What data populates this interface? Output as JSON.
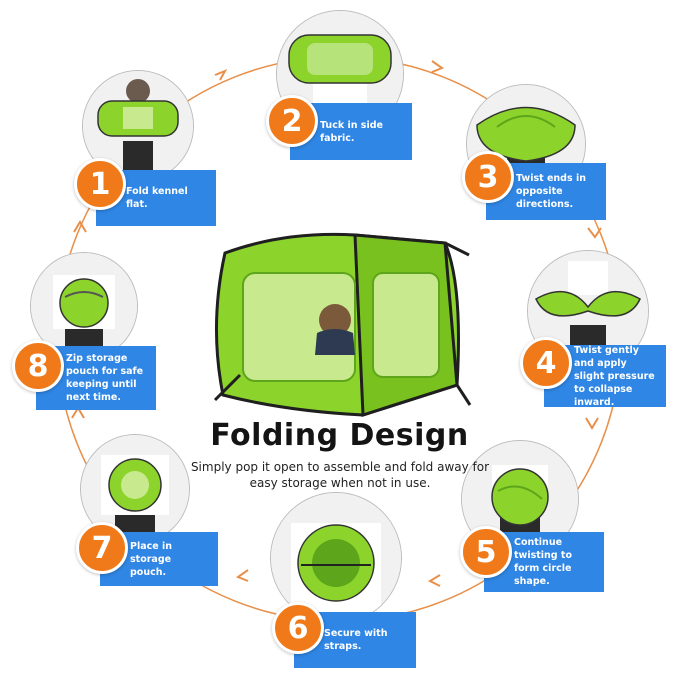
{
  "colors": {
    "accent": "#f07a1a",
    "label_bg": "#2f86e4",
    "kennel_green": "#7ed321"
  },
  "title": "Folding Design",
  "subtitle": "Simply pop it open to assemble and fold away for easy storage when not in use.",
  "steps": [
    {
      "number": "1",
      "text": "Fold kennel flat."
    },
    {
      "number": "2",
      "text": "Tuck in side fabric."
    },
    {
      "number": "3",
      "text": "Twist ends in opposite directions."
    },
    {
      "number": "4",
      "text": "Twist gently and apply slight pressure to collapse inward."
    },
    {
      "number": "5",
      "text": "Continue twisting to form circle shape."
    },
    {
      "number": "6",
      "text": "Secure with straps."
    },
    {
      "number": "7",
      "text": "Place in storage pouch."
    },
    {
      "number": "8",
      "text": "Zip storage pouch for safe keeping until next time."
    }
  ]
}
